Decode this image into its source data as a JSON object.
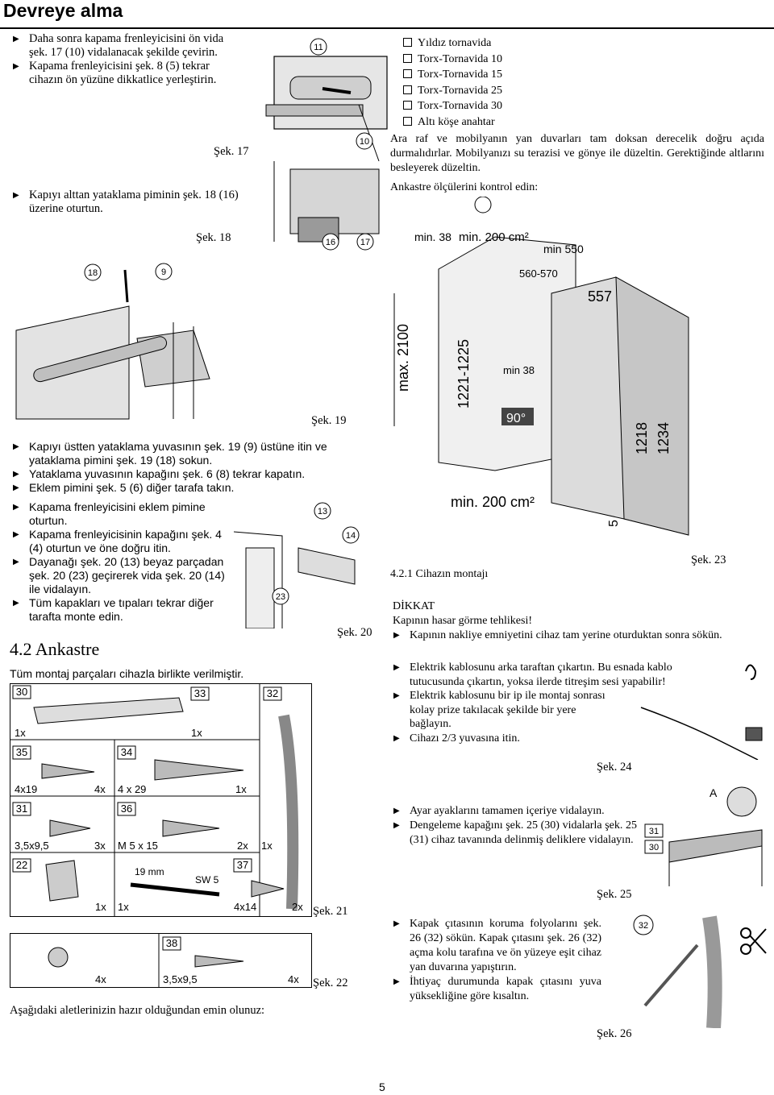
{
  "header": {
    "title": "Devreye alma"
  },
  "left_top_bullets": [
    "Daha sonra kapama frenleyicisini ön vida şek. 17 (10) vidalanacak şekilde çevirin.",
    "Kapama frenleyicisini şek. 8 (5) tekrar cihazın ön yüzüne dikkatlice yerleştirin."
  ],
  "cap17": "Şek. 17",
  "bullet_door": "Kapıyı alttan yataklama piminin şek. 18 (16) üzerine oturtun.",
  "cap18": "Şek. 18",
  "cap19": "Şek. 19",
  "fig17_labels": {
    "a": "11",
    "b": "10"
  },
  "fig18_labels": {
    "a": "16",
    "b": "17"
  },
  "fig19_labels": {
    "a": "18",
    "b": "9"
  },
  "fig20_labels": {
    "a": "13",
    "b": "14",
    "c": "23"
  },
  "mid_bullets": [
    "Kapıyı üstten yataklama yuvasının şek. 19 (9) üstüne itin ve yataklama pimini şek. 19 (18) sokun.",
    "Yataklama yuvasının kapağını şek. 6 (8) tekrar kapatın.",
    "Eklem pimini şek. 5 (6) diğer tarafa takın.",
    "Kapama frenleyicisini eklem pimine oturtun.",
    "Kapama frenleyicisinin kapağını şek. 4 (4) oturtun ve öne doğru itin.",
    "Dayanağı şek. 20 (13) beyaz parçadan şek. 20 (23) geçirerek vida şek. 20 (14) ile vidalayın.",
    "Tüm kapakları ve tıpaları tekrar diğer tarafta monte edin."
  ],
  "cap20": "Şek. 20",
  "section": {
    "title": "4.2 Ankastre",
    "intro": "Tüm montaj parçaları cihazla birlikte verilmiştir."
  },
  "parts": {
    "n30": "30",
    "n33": "33",
    "n32": "32",
    "n35": "35",
    "n34": "34",
    "n31": "31",
    "n36": "36",
    "n22": "22",
    "n37": "37",
    "n38": "38",
    "q1x_a": "1x",
    "q1x_b": "1x",
    "q4x19": "4x19",
    "q4x_a": "4x",
    "q4x29": "4 x 29",
    "q1x_c": "1x",
    "q35x95": "3,5x9,5",
    "q3x": "3x",
    "qM5": "M 5 x 15",
    "q2x_a": "2x",
    "q1x_d": "1x",
    "q19mm": "19 mm",
    "qSW5": "SW 5",
    "q1x_e": "1x",
    "q1x_f": "1x",
    "q4x14": "4x14",
    "q2x_b": "2x",
    "q4x_b": "4x",
    "q35x95b": "3,5x9,5",
    "q4x_c": "4x"
  },
  "cap21": "Şek. 21",
  "cap22": "Şek. 22",
  "tools_intro": "Aşağıdaki aletlerinizin hazır olduğundan emin olunuz:",
  "tools": [
    "Yıldız tornavida",
    "Torx-Tornavida 10",
    "Torx-Tornavida 15",
    "Torx-Tornavida 25",
    "Torx-Tornavida 30",
    "Altı köşe anahtar"
  ],
  "right_para": "Ara raf ve mobilyanın yan duvarları tam doksan derecelik doğru açıda durmalıdırlar. Mobilyanızı su terazisi ve gönye ile düzeltin. Gerektiğinde altlarını besleyerek düzeltin.",
  "dim_check": "Ankastre ölçülerini kontrol edin:",
  "fig23": {
    "min200a": "min. 200 cm²",
    "min38a": "min. 38",
    "min550": "min 550",
    "w560": "560-570",
    "w557": "557",
    "max2100": "max. 2100",
    "h1221": "1221-1225",
    "min38b": "min 38",
    "deg90": "90°",
    "h1218": "1218",
    "h1234": "1234",
    "min200b": "min. 200 cm²",
    "n5": "5"
  },
  "cap23": "Şek. 23",
  "subsection": "4.2.1 Cihazın montajı",
  "dikkat": {
    "title": "DİKKAT",
    "line1": "Kapının hasar görme tehlikesi!",
    "bullet": "Kapının nakliye emniyetini cihaz tam yerine oturduktan sonra sökün."
  },
  "cable_bullets": [
    "Elektrik kablosunu arka taraftan çıkartın. Bu esnada kablo tutucusunda çıkartın, yoksa ilerde titreşim sesi yapabilir!",
    "Elektrik kablosunu bir ip ile montaj sonrası kolay prize takılacak şekilde bir yere bağlayın.",
    "Cihazı 2/3 yuvasına itin."
  ],
  "cap24": "Şek. 24",
  "feet_bullets": [
    "Ayar ayaklarını tamamen içeriye vidalayın.",
    "Dengeleme kapağını şek. 25 (30) vidalarla şek. 25 (31) cihaz tavanında delinmiş deliklere vidalayın."
  ],
  "fig25_labels": {
    "a": "A",
    "b": "31",
    "c": "30"
  },
  "cap25": "Şek. 25",
  "foil_bullets": [
    "Kapak çıtasının koruma folyolarını şek. 26 (32) sökün. Kapak çıtasını şek. 26 (32) açma kolu tarafına ve ön yüzeye eşit cihaz yan duvarına yapıştırın.",
    "İhtiyaç durumunda kapak çıtasını yuva yüksekliğine göre kısaltın."
  ],
  "fig26_label": "32",
  "cap26": "Şek. 26",
  "page_number": "5"
}
